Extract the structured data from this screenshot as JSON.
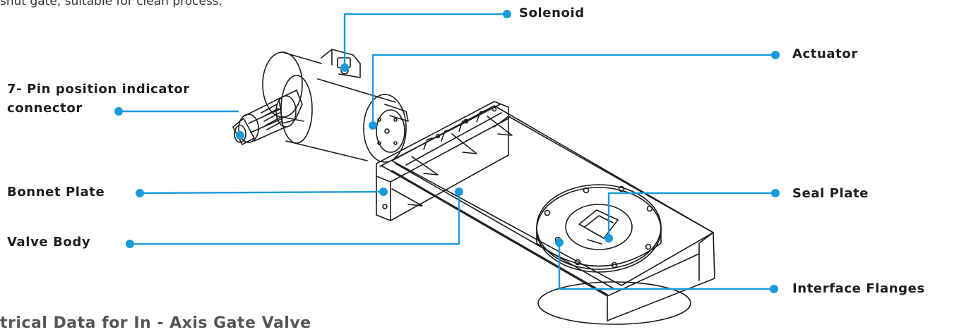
{
  "intro_text": "shut gate, suitable for clean process.",
  "section_heading": "trical Data for In - Axis Gate Valve",
  "colors": {
    "leader": "#1a9ad9",
    "text": "#1e1e1e",
    "line_art": "#1a1a1a"
  },
  "labels": {
    "solenoid": "Solenoid",
    "actuator": "Actuator",
    "indicator_line1": "7- Pin position indicator",
    "indicator_line2": "connector",
    "bonnet_plate": "Bonnet Plate",
    "valve_body": "Valve Body",
    "seal_plate": "Seal Plate",
    "interface_flanges": "Interface Flanges"
  }
}
